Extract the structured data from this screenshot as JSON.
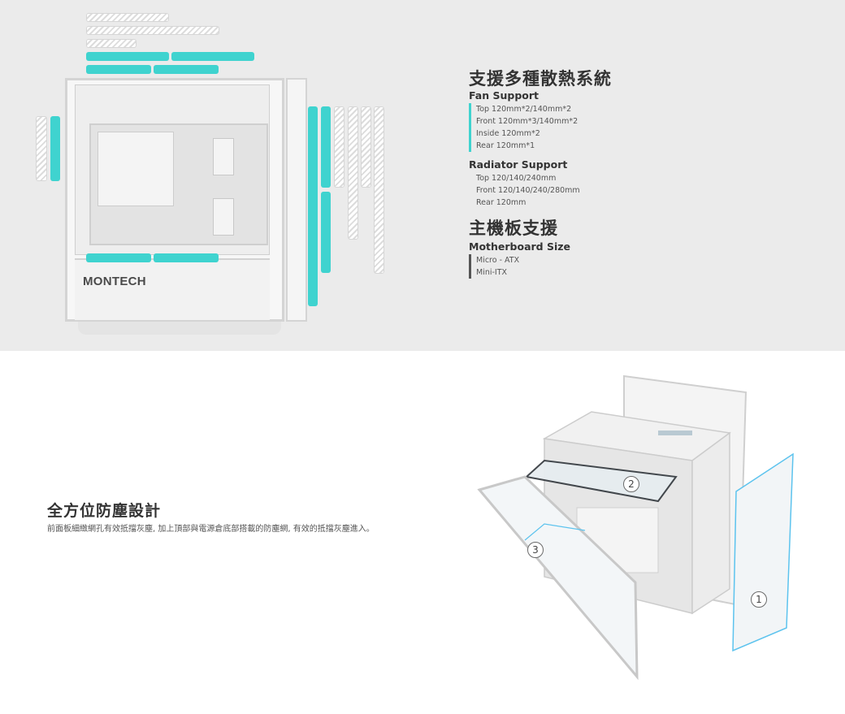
{
  "cooling": {
    "title": "支援多種散熱系統",
    "fan_support": {
      "heading": "Fan Support",
      "items": [
        "Top 120mm*2/140mm*2",
        "Front 120mm*3/140mm*2",
        "Inside 120mm*2",
        "Rear 120mm*1"
      ]
    },
    "radiator_support": {
      "heading": "Radiator Support",
      "items": [
        "Top 120/140/240mm",
        "Front 120/140/240/280mm",
        "Rear 120mm"
      ]
    }
  },
  "motherboard": {
    "title": "主機板支援",
    "heading": "Motherboard Size",
    "items": [
      "Micro - ATX",
      "Mini-ITX"
    ]
  },
  "case_brand": "MONTECH",
  "dust": {
    "title": "全方位防塵設計",
    "description": "前面板細緻網孔有效抵擋灰塵, 加上頂部與電源倉底部搭載的防塵網, 有效的抵擋灰塵進入。"
  },
  "callouts": [
    "2",
    "3",
    "1"
  ],
  "colors": {
    "accent": "#3fd3cf",
    "top_background": "#ebebeb",
    "callout_line": "#5cc3ee"
  }
}
